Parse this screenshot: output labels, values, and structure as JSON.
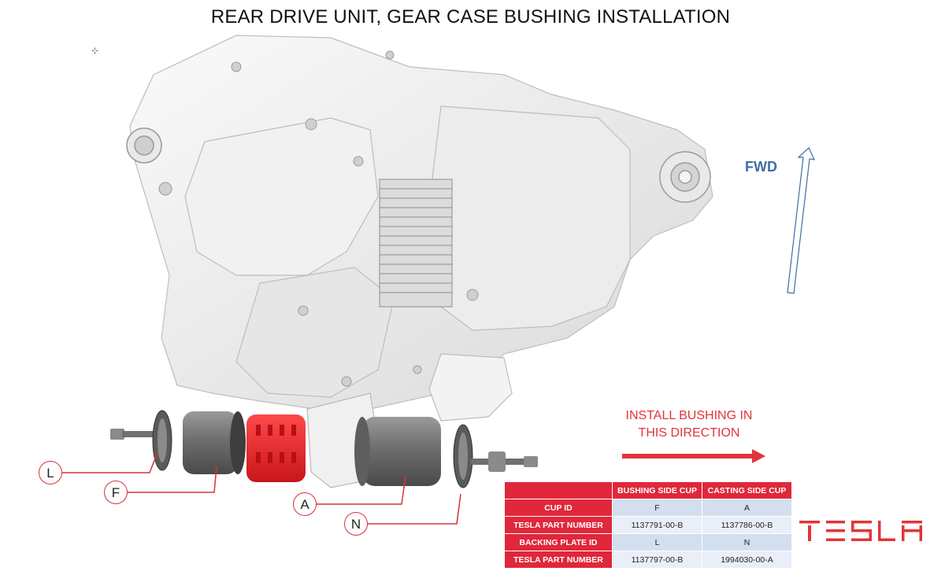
{
  "title": "REAR DRIVE UNIT, GEAR CASE BUSHING INSTALLATION",
  "fwd_label": "FWD",
  "install_label": {
    "line1": "INSTALL BUSHING IN",
    "line2": "THIS DIRECTION"
  },
  "callouts": {
    "L": "L",
    "F": "F",
    "A": "A",
    "N": "N"
  },
  "table": {
    "headers": [
      "",
      "BUSHING SIDE CUP",
      "CASTING SIDE CUP"
    ],
    "rows": [
      {
        "label": "CUP ID",
        "bushing": "F",
        "casting": "A"
      },
      {
        "label": "TESLA PART NUMBER",
        "bushing": "1137791-00-B",
        "casting": "1137786-00-B"
      },
      {
        "label": "BACKING PLATE ID",
        "bushing": "L",
        "casting": "N"
      },
      {
        "label": "TESLA PART NUMBER",
        "bushing": "1137797-00-B",
        "casting": "1994030-00-A"
      }
    ]
  },
  "logo_text": "TESLA",
  "colors": {
    "accent_red": "#e0273b",
    "fwd_blue": "#3f6ea6",
    "bushing_red": "#e8242c"
  }
}
